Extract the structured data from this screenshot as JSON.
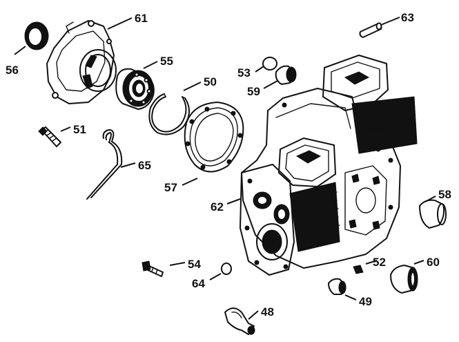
{
  "callouts": [
    {
      "id": "61",
      "label": "61"
    },
    {
      "id": "63",
      "label": "63"
    },
    {
      "id": "56",
      "label": "56"
    },
    {
      "id": "55",
      "label": "55"
    },
    {
      "id": "53",
      "label": "53"
    },
    {
      "id": "59",
      "label": "59"
    },
    {
      "id": "50",
      "label": "50"
    },
    {
      "id": "51",
      "label": "51"
    },
    {
      "id": "65",
      "label": "65"
    },
    {
      "id": "57",
      "label": "57"
    },
    {
      "id": "58",
      "label": "58"
    },
    {
      "id": "62",
      "label": "62"
    },
    {
      "id": "54",
      "label": "54"
    },
    {
      "id": "52",
      "label": "52"
    },
    {
      "id": "60",
      "label": "60"
    },
    {
      "id": "64",
      "label": "64"
    },
    {
      "id": "49",
      "label": "49"
    },
    {
      "id": "48",
      "label": "48"
    }
  ]
}
